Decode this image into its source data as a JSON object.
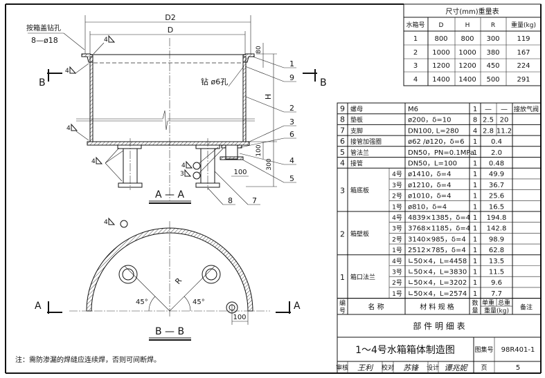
{
  "drawing": {
    "section_aa_label": "A — A",
    "section_bb_label": "B — B",
    "dim_d2": "D2",
    "dim_d": "D",
    "dim_h": "H",
    "dim_80": "80",
    "dim_100_vert": "100",
    "dim_100_horiz": "100",
    "dim_300": "300",
    "dim_r": "R",
    "angle_left": "45°",
    "angle_right": "45°",
    "dim_100_bb": "100",
    "note_drill_lid": "按箱盖钻孔",
    "note_drill_lid_holes": "8—ø18",
    "note_drill_6": "钻 ø6孔",
    "weld_4": "4",
    "weld_3": "3",
    "section_marker_b": "B",
    "section_marker_a": "A",
    "callouts": [
      "1",
      "9",
      "2",
      "3",
      "6",
      "4",
      "5",
      "8",
      "7"
    ]
  },
  "dimension_table": {
    "title": "尺寸(mm)重量表",
    "headers": [
      "水箱号",
      "D",
      "H",
      "R",
      "重量(kg)"
    ],
    "rows": [
      [
        "1",
        "800",
        "800",
        "300",
        "119"
      ],
      [
        "2",
        "1000",
        "1000",
        "380",
        "167"
      ],
      [
        "3",
        "1200",
        "1200",
        "450",
        "224"
      ],
      [
        "4",
        "1400",
        "1400",
        "500",
        "291"
      ]
    ]
  },
  "parts_table": {
    "simple_rows": [
      {
        "no": "9",
        "name": "螺母",
        "spec": "M6",
        "qty": "1",
        "unit": "—",
        "total": "—",
        "remark": "接放气阀"
      },
      {
        "no": "8",
        "name": "垫板",
        "spec": "ø200，δ=10",
        "qty": "8",
        "unit": "2.5",
        "total": "20",
        "remark": ""
      },
      {
        "no": "7",
        "name": "支脚",
        "spec": "DN100, L=280",
        "qty": "4",
        "unit": "2.8",
        "total": "11.2",
        "remark": ""
      },
      {
        "no": "6",
        "name": "接管加强圈",
        "spec": "ø62 /ø120，δ=6",
        "qty": "1",
        "weight": "0.4",
        "remark": ""
      },
      {
        "no": "5",
        "name": "管法兰",
        "spec": "DN50，PN=0.1MPa",
        "qty": "1",
        "weight": "2.0",
        "remark": ""
      },
      {
        "no": "4",
        "name": "接管",
        "spec": "DN50，L=100",
        "qty": "1",
        "weight": "0.48",
        "remark": ""
      }
    ],
    "group_rows": [
      {
        "no": "3",
        "name": "箱底板",
        "subs": [
          {
            "size": "4号",
            "spec": "ø1410，δ=4",
            "qty": "1",
            "weight": "49.9"
          },
          {
            "size": "3号",
            "spec": "ø1210，δ=4",
            "qty": "1",
            "weight": "36.7"
          },
          {
            "size": "2号",
            "spec": "ø1010，δ=4",
            "qty": "1",
            "weight": "25.6"
          },
          {
            "size": "1号",
            "spec": "ø810，δ=4",
            "qty": "1",
            "weight": "16.5"
          }
        ]
      },
      {
        "no": "2",
        "name": "箱壁板",
        "subs": [
          {
            "size": "4号",
            "spec": "4839×1385，δ=4",
            "qty": "1",
            "weight": "194.8"
          },
          {
            "size": "3号",
            "spec": "3768×1185，δ=4",
            "qty": "1",
            "weight": "142.8"
          },
          {
            "size": "2号",
            "spec": "3140×985，δ=4",
            "qty": "1",
            "weight": "98.9"
          },
          {
            "size": "1号",
            "spec": "2512×785，δ=4",
            "qty": "1",
            "weight": "62.8"
          }
        ]
      },
      {
        "no": "1",
        "name": "箱口法兰",
        "subs": [
          {
            "size": "4号",
            "spec": "∟50×4，L=4458",
            "qty": "1",
            "weight": "13.5"
          },
          {
            "size": "3号",
            "spec": "∟50×4，L=3830",
            "qty": "1",
            "weight": "11.5"
          },
          {
            "size": "2号",
            "spec": "∟50×4，L=3202",
            "qty": "1",
            "weight": "9.6"
          },
          {
            "size": "1号",
            "spec": "∟50×4，L=2574",
            "qty": "1",
            "weight": "7.7"
          }
        ]
      }
    ],
    "headers": {
      "no_top": "编",
      "no_bottom": "号",
      "name": "名 称",
      "spec": "材 料 规 格",
      "qty_top": "数",
      "qty_bottom": "量",
      "unit": "单重",
      "total": "总重",
      "weight": "重量(kg)",
      "remark": "备注"
    },
    "caption": "部 件 明 细 表"
  },
  "title_block": {
    "title": "1～4号水箱箱体制造图",
    "atlas_label": "图集号",
    "atlas_no": "98R401-1",
    "review_label": "审核",
    "review_sig": "王利",
    "check_label": "校对",
    "check_sig": "苏锋",
    "design_label": "设计",
    "design_sig": "谭兆妮",
    "page_label": "页",
    "page_no": "5"
  },
  "note": "注：需防渗漏的焊缝应连续焊，否则可间断焊。"
}
